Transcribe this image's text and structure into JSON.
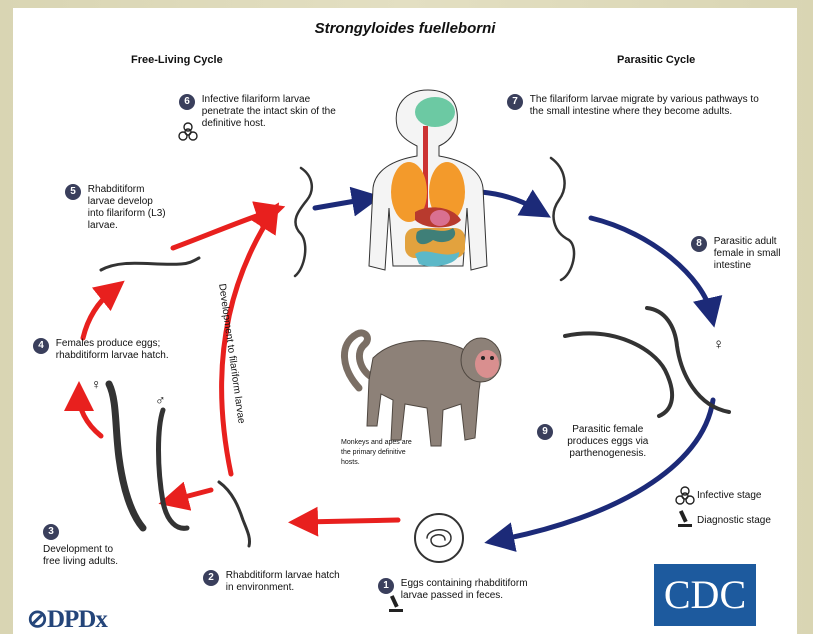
{
  "title": "Strongyloides fuelleborni",
  "free_living_header": "Free-Living Cycle",
  "parasitic_header": "Parasitic Cycle",
  "steps": [
    {
      "num": "1",
      "text": "Eggs containing rhabditiform larvae passed in feces."
    },
    {
      "num": "2",
      "text": "Rhabditiform larvae hatch in environment."
    },
    {
      "num": "3",
      "text": "Development to free living adults."
    },
    {
      "num": "4",
      "text": "Females produce eggs; rhabditiform larvae hatch."
    },
    {
      "num": "5",
      "text": "Rhabditiform larvae develop into filariform (L3) larvae."
    },
    {
      "num": "6",
      "text": "Infective filariform larvae penetrate the intact skin of the definitive host."
    },
    {
      "num": "7",
      "text": "The filariform larvae migrate by various pathways to the small intestine where they become adults."
    },
    {
      "num": "8",
      "text": "Parasitic adult female in small intestine"
    },
    {
      "num": "9",
      "text": "Parasitic female produces eggs via parthenogenesis."
    }
  ],
  "development_label": "Development to filariform larvae",
  "monkey_caption": "Monkeys and apes are the primary definitive hosts.",
  "legend": {
    "infective": "Infective stage",
    "diagnostic": "Diagnostic stage"
  },
  "female_symbol": "♀",
  "male_symbol": "♂",
  "dpdx_logo": "DPDx",
  "cdc_logo": "CDC",
  "colors": {
    "red_arrow": "#e8201e",
    "blue_arrow": "#1c2a78",
    "badge": "#3a3f5c"
  }
}
